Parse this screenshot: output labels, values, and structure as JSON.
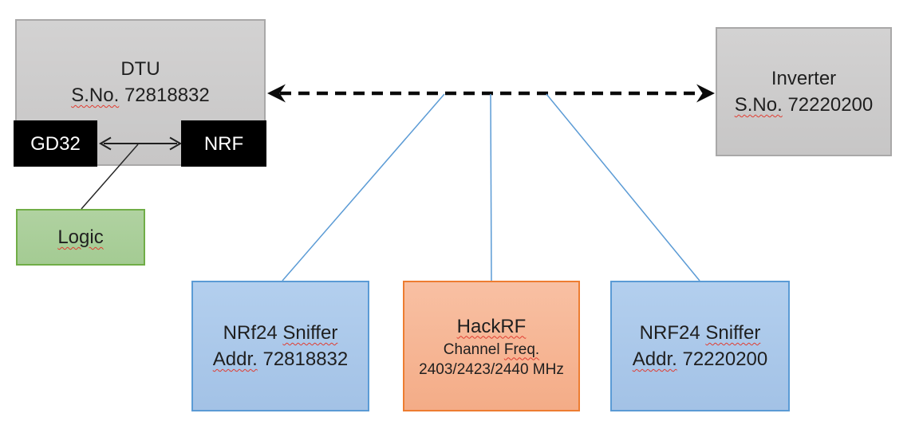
{
  "palette": {
    "gray_fill": "#CDCCCC",
    "gray_border": "#A9A8A8",
    "black_fill": "#000000",
    "green_fill": "#ABCF9C",
    "green_border": "#70AD47",
    "blue_fill": "#AECBEC",
    "blue_border": "#5B9BD5",
    "orange_fill": "#F6B494",
    "orange_border": "#ED7D31",
    "connector_blue": "#5B9BD5",
    "line_black": "#1F1F1F",
    "squiggle_red": "#E03C31"
  },
  "nodes": {
    "dtu": {
      "title": "DTU",
      "serial_label": "S.No.",
      "serial_number": "72818832"
    },
    "gd32": {
      "label": "GD32"
    },
    "nrf": {
      "label": "NRF"
    },
    "logic": {
      "label": "Logic"
    },
    "inverter": {
      "title": "Inverter",
      "serial_label": "S.No.",
      "serial_number": "72220200"
    },
    "sniffer_left": {
      "title_prefix": "NRf24",
      "title_word": "Sniffer",
      "addr_label": "Addr.",
      "addr_number": "72818832"
    },
    "hackrf": {
      "title": "HackRF",
      "freq_prefix": "Channel",
      "freq_word": "Freq.",
      "freq_values": "2403/2423/2440 MHz"
    },
    "sniffer_right": {
      "title_prefix": "NRF24",
      "title_word": "Sniffer",
      "addr_label": "Addr.",
      "addr_number": "72220200"
    }
  }
}
